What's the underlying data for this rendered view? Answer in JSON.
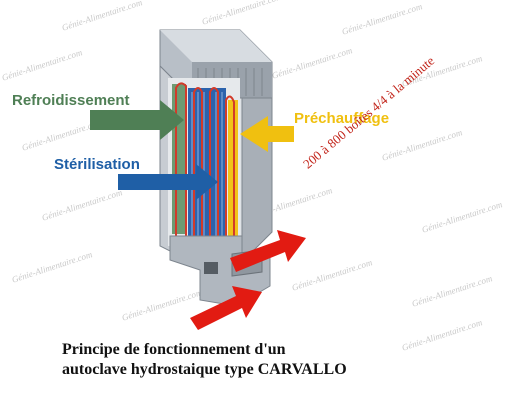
{
  "labels": {
    "refroidissement": "Refroidissement",
    "sterilisation": "Stérilisation",
    "prechauffage": "Préchauffage",
    "cadence": "200 à 800 boîtes 4/4 à la minute"
  },
  "caption": {
    "line1": "Principe de fonctionnement d'un",
    "line2": "autoclave hydrostaique type CARVALLO"
  },
  "watermark": "Génie-Alimentaire.com",
  "colors": {
    "refroidissement": "#4f7f55",
    "sterilisation": "#1f5fa6",
    "prechauffage": "#f0c010",
    "flow_arrows": "#e21b12",
    "cadence_text": "#c2241a"
  }
}
